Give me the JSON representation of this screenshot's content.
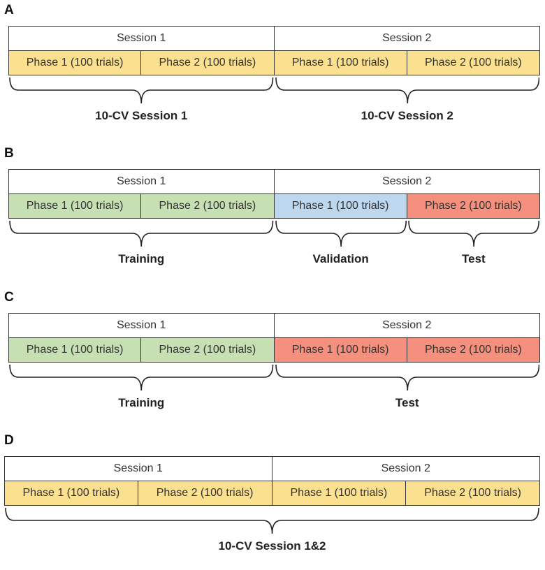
{
  "colors": {
    "yellow": "#fbe08f",
    "green": "#c6e0b4",
    "blue": "#bdd7ee",
    "red": "#f4907d"
  },
  "panels": [
    {
      "label": "A",
      "sessions": [
        "Session 1",
        "Session 2"
      ],
      "phases": [
        {
          "text": "Phase 1 (100 trials)",
          "color": "yellow"
        },
        {
          "text": "Phase 2 (100 trials)",
          "color": "yellow"
        },
        {
          "text": "Phase 1 (100 trials)",
          "color": "yellow"
        },
        {
          "text": "Phase 2 (100 trials)",
          "color": "yellow"
        }
      ],
      "braces": [
        {
          "from": 0,
          "to": 2,
          "label": "10-CV Session 1"
        },
        {
          "from": 2,
          "to": 4,
          "label": "10-CV Session 2"
        }
      ]
    },
    {
      "label": "B",
      "sessions": [
        "Session 1",
        "Session 2"
      ],
      "phases": [
        {
          "text": "Phase 1 (100 trials)",
          "color": "green"
        },
        {
          "text": "Phase 2 (100 trials)",
          "color": "green"
        },
        {
          "text": "Phase 1 (100 trials)",
          "color": "blue"
        },
        {
          "text": "Phase 2 (100 trials)",
          "color": "red"
        }
      ],
      "braces": [
        {
          "from": 0,
          "to": 2,
          "label": "Training"
        },
        {
          "from": 2,
          "to": 3,
          "label": "Validation"
        },
        {
          "from": 3,
          "to": 4,
          "label": "Test"
        }
      ]
    },
    {
      "label": "C",
      "sessions": [
        "Session 1",
        "Session 2"
      ],
      "phases": [
        {
          "text": "Phase 1 (100 trials)",
          "color": "green"
        },
        {
          "text": "Phase 2 (100 trials)",
          "color": "green"
        },
        {
          "text": "Phase 1 (100 trials)",
          "color": "red"
        },
        {
          "text": "Phase 2 (100 trials)",
          "color": "red"
        }
      ],
      "braces": [
        {
          "from": 0,
          "to": 2,
          "label": "Training"
        },
        {
          "from": 2,
          "to": 4,
          "label": "Test"
        }
      ]
    },
    {
      "label": "D",
      "sessions": [
        "Session 1",
        "Session 2"
      ],
      "phases": [
        {
          "text": "Phase 1 (100 trials)",
          "color": "yellow"
        },
        {
          "text": "Phase 2 (100 trials)",
          "color": "yellow"
        },
        {
          "text": "Phase 1 (100 trials)",
          "color": "yellow"
        },
        {
          "text": "Phase 2 (100 trials)",
          "color": "yellow"
        }
      ],
      "braces": [
        {
          "from": 0,
          "to": 4,
          "label": "10-CV Session 1&2"
        }
      ]
    }
  ]
}
